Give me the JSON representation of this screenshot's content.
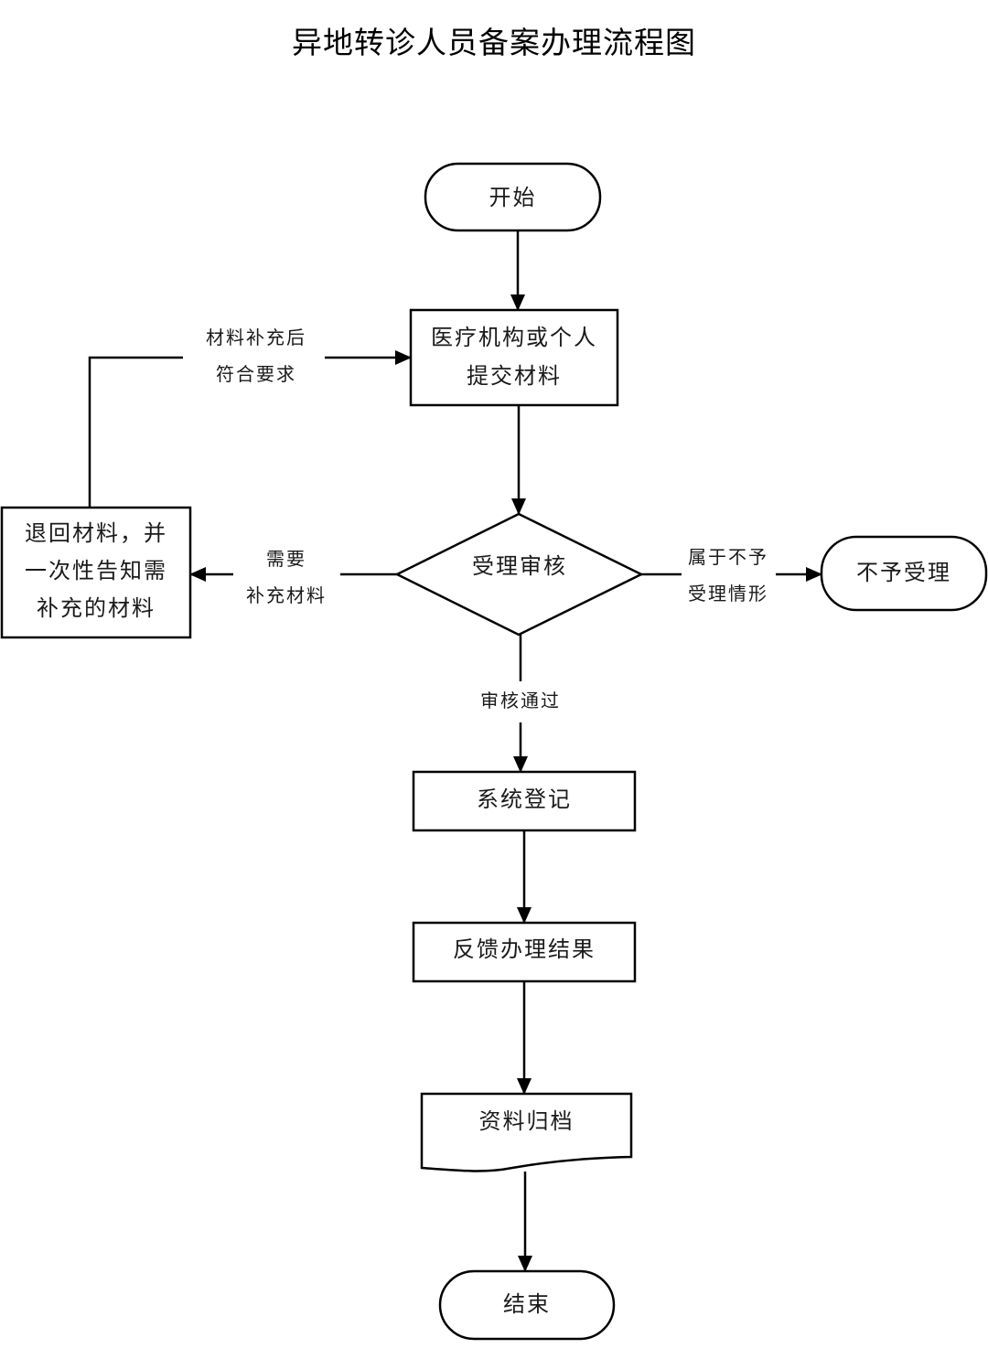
{
  "title": "异地转诊人员备案办理流程图",
  "nodes": {
    "start": "开始",
    "submit": "医疗机构或个人\n提交材料",
    "review": "受理审核",
    "return": "退回材料，并\n一次性告知需\n补充的材料",
    "reject": "不予受理",
    "register": "系统登记",
    "feedback": "反馈办理结果",
    "archive": "资料归档",
    "end": "结束"
  },
  "edges": {
    "resubmit": "材料补充后\n符合要求",
    "need_more": "需要\n补充材料",
    "not_accepted": "属于不予\n受理情形",
    "approved": "审核通过"
  },
  "colors": {
    "stroke": "#000000",
    "background": "#ffffff"
  }
}
